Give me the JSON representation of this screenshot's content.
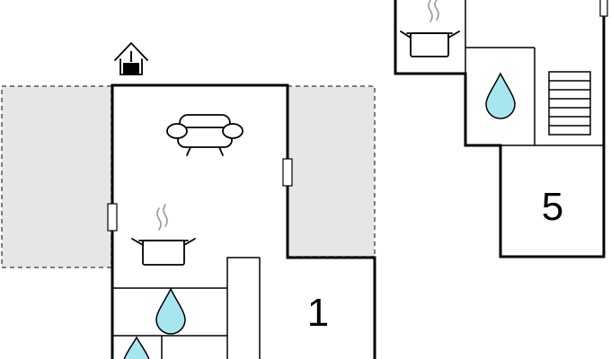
{
  "floorplan": {
    "rooms": [
      {
        "id": "room-1",
        "number": "1"
      },
      {
        "id": "room-5",
        "number": "5"
      }
    ],
    "icons": [
      "entrance-icon",
      "sofa-icon",
      "kitchen-pot-icon",
      "water-drop-icon",
      "stairs-icon"
    ],
    "colors": {
      "wall": "#000000",
      "terrace": "#e6e6e6",
      "water": "#a8e6ef",
      "steam": "#9a9a9a"
    }
  }
}
